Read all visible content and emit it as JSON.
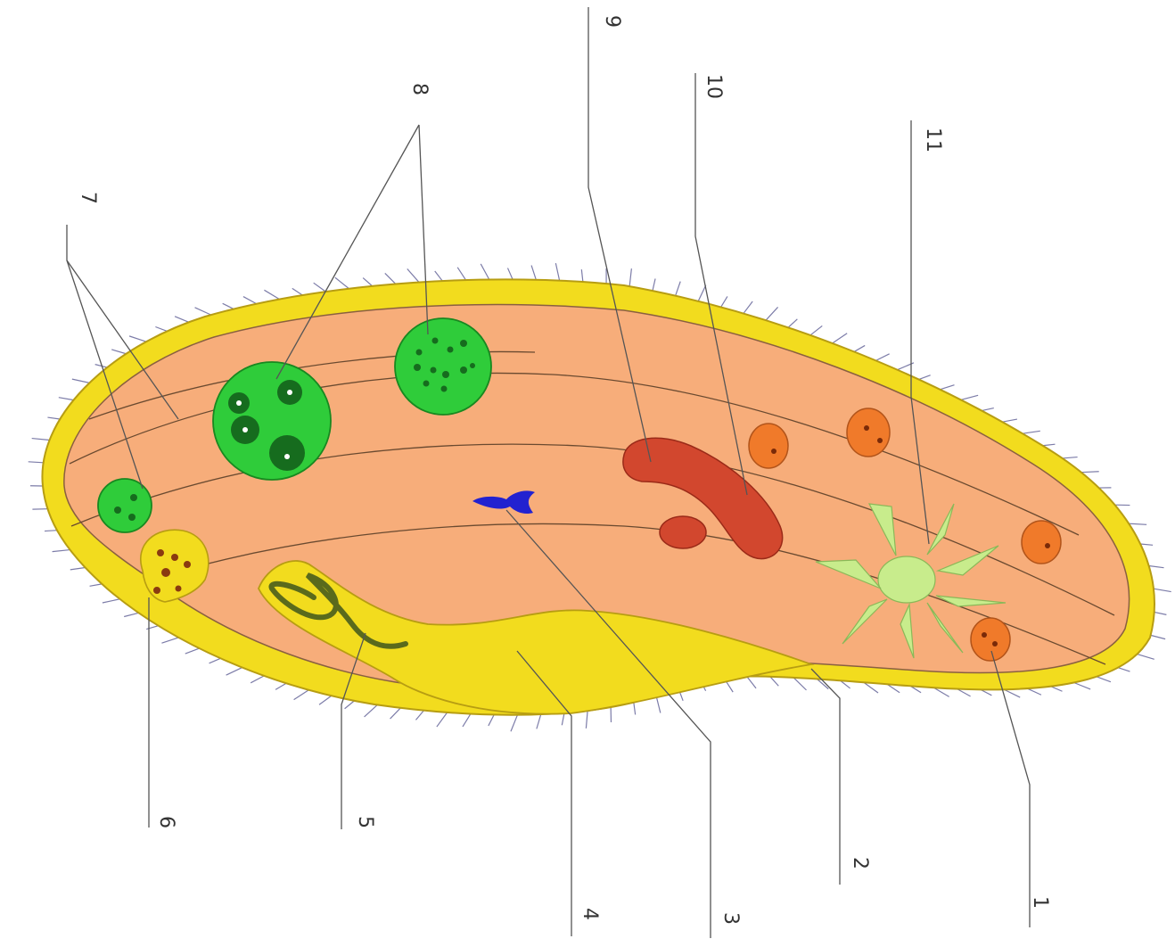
{
  "labels": {
    "l1": "1",
    "l2": "2",
    "l3": "3",
    "l4": "4",
    "l5": "5",
    "l6": "6",
    "l7": "7",
    "l8": "8",
    "l9": "9",
    "l10": "10",
    "l11": "11"
  },
  "colors": {
    "pellicle": "#f2dc1e",
    "cytoplasm": "#f7ad7a",
    "food_vacuole": "#2fcc3a",
    "food_particle": "#166c1e",
    "macronucleus": "#d2472e",
    "micronucleus": "#d2472e",
    "mitochondria": "#f07a2a",
    "contractile_vacuole": "#c8ec8c",
    "chromosome": "#2222d0",
    "oral_groove": "#f2dc1e",
    "worm": "#5a6a1c",
    "anal_pore_granules": "#8a3a10",
    "cilia": "#7c7ca8"
  },
  "icons": {
    "cell": "paramecium-cell-icon"
  }
}
